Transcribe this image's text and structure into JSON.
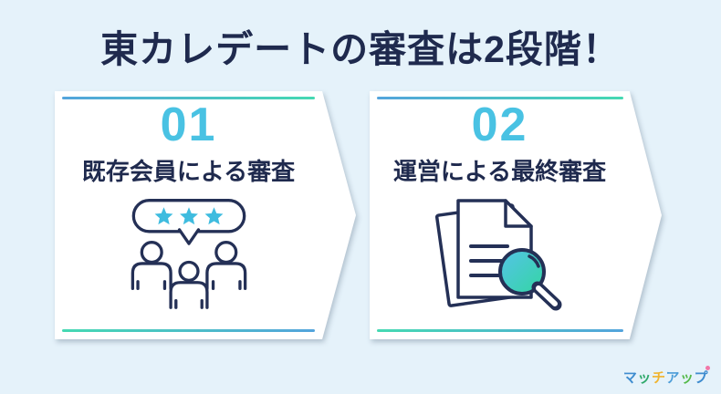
{
  "title": "東カレデートの審査は2段階！",
  "steps": [
    {
      "number": "01",
      "label": "既存会員による審査",
      "icon": "member-review-icon"
    },
    {
      "number": "02",
      "label": "運営による最終審査",
      "icon": "final-screening-icon"
    }
  ],
  "logo": {
    "text": "マッチアップ",
    "chars": [
      {
        "char": "マ",
        "color": "#3E8CCF"
      },
      {
        "char": "ッ",
        "color": "#2FA96B"
      },
      {
        "char": "チ",
        "color": "#F0B42E"
      },
      {
        "char": "ア",
        "color": "#4C9DD8"
      },
      {
        "char": "ッ",
        "color": "#55BA4A"
      },
      {
        "char": "プ",
        "color": "#3E8CCF"
      }
    ],
    "handakuten_color": "#F277A8"
  },
  "colors": {
    "background": "#E5F2FA",
    "card": "#FFFFFF",
    "heading": "#1F2A4E",
    "step_number": "#49C2E3",
    "accent_blue": "#53A4DC",
    "accent_teal": "#45D9B2",
    "star": "#3FBCDF",
    "icon_outline": "#243056",
    "lens_blue": "#55C3E8",
    "lens_teal": "#33D6A2"
  }
}
